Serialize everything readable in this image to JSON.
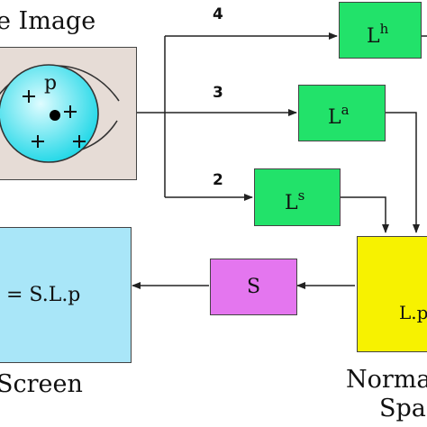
{
  "labels": {
    "eye_image": "e  Image",
    "screen": "Screen",
    "normalized_line1": "Norma",
    "normalized_line2": "Spa",
    "equation": "= S.L.p",
    "point_p": "p",
    "normal_box_text": "L.p"
  },
  "arrows": {
    "n4": "4",
    "n3": "3",
    "n2": "2"
  },
  "boxes": {
    "lh": {
      "base": "L",
      "sup": "h"
    },
    "la": {
      "base": "L",
      "sup": "a"
    },
    "ls": {
      "base": "L",
      "sup": "s"
    },
    "s": "S"
  },
  "colors": {
    "green": "#22e26a",
    "violet": "#e476ef",
    "yellow": "#f7f200",
    "screen_blue": "#a9e6f8",
    "eye_bg": "#e6dcd6",
    "iris_light": "#dffcff",
    "iris_dark": "#19d6e6"
  }
}
